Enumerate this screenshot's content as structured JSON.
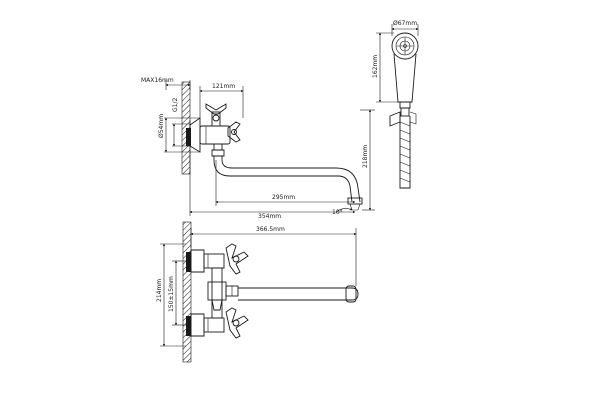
{
  "dimensions": {
    "max_depth": "MAX16mm",
    "thread": "G1/2",
    "base_diameter": "Ø54mm",
    "spout_offset": "121mm",
    "spout_drop": "218mm",
    "spout_reach": "295mm",
    "total_length": "354mm",
    "swivel_angle": "10°",
    "head_diameter": "Ø67mm",
    "head_length": "162mm",
    "front_length": "366.5mm",
    "front_height": "214mm",
    "center_distance": "150±15mm"
  }
}
